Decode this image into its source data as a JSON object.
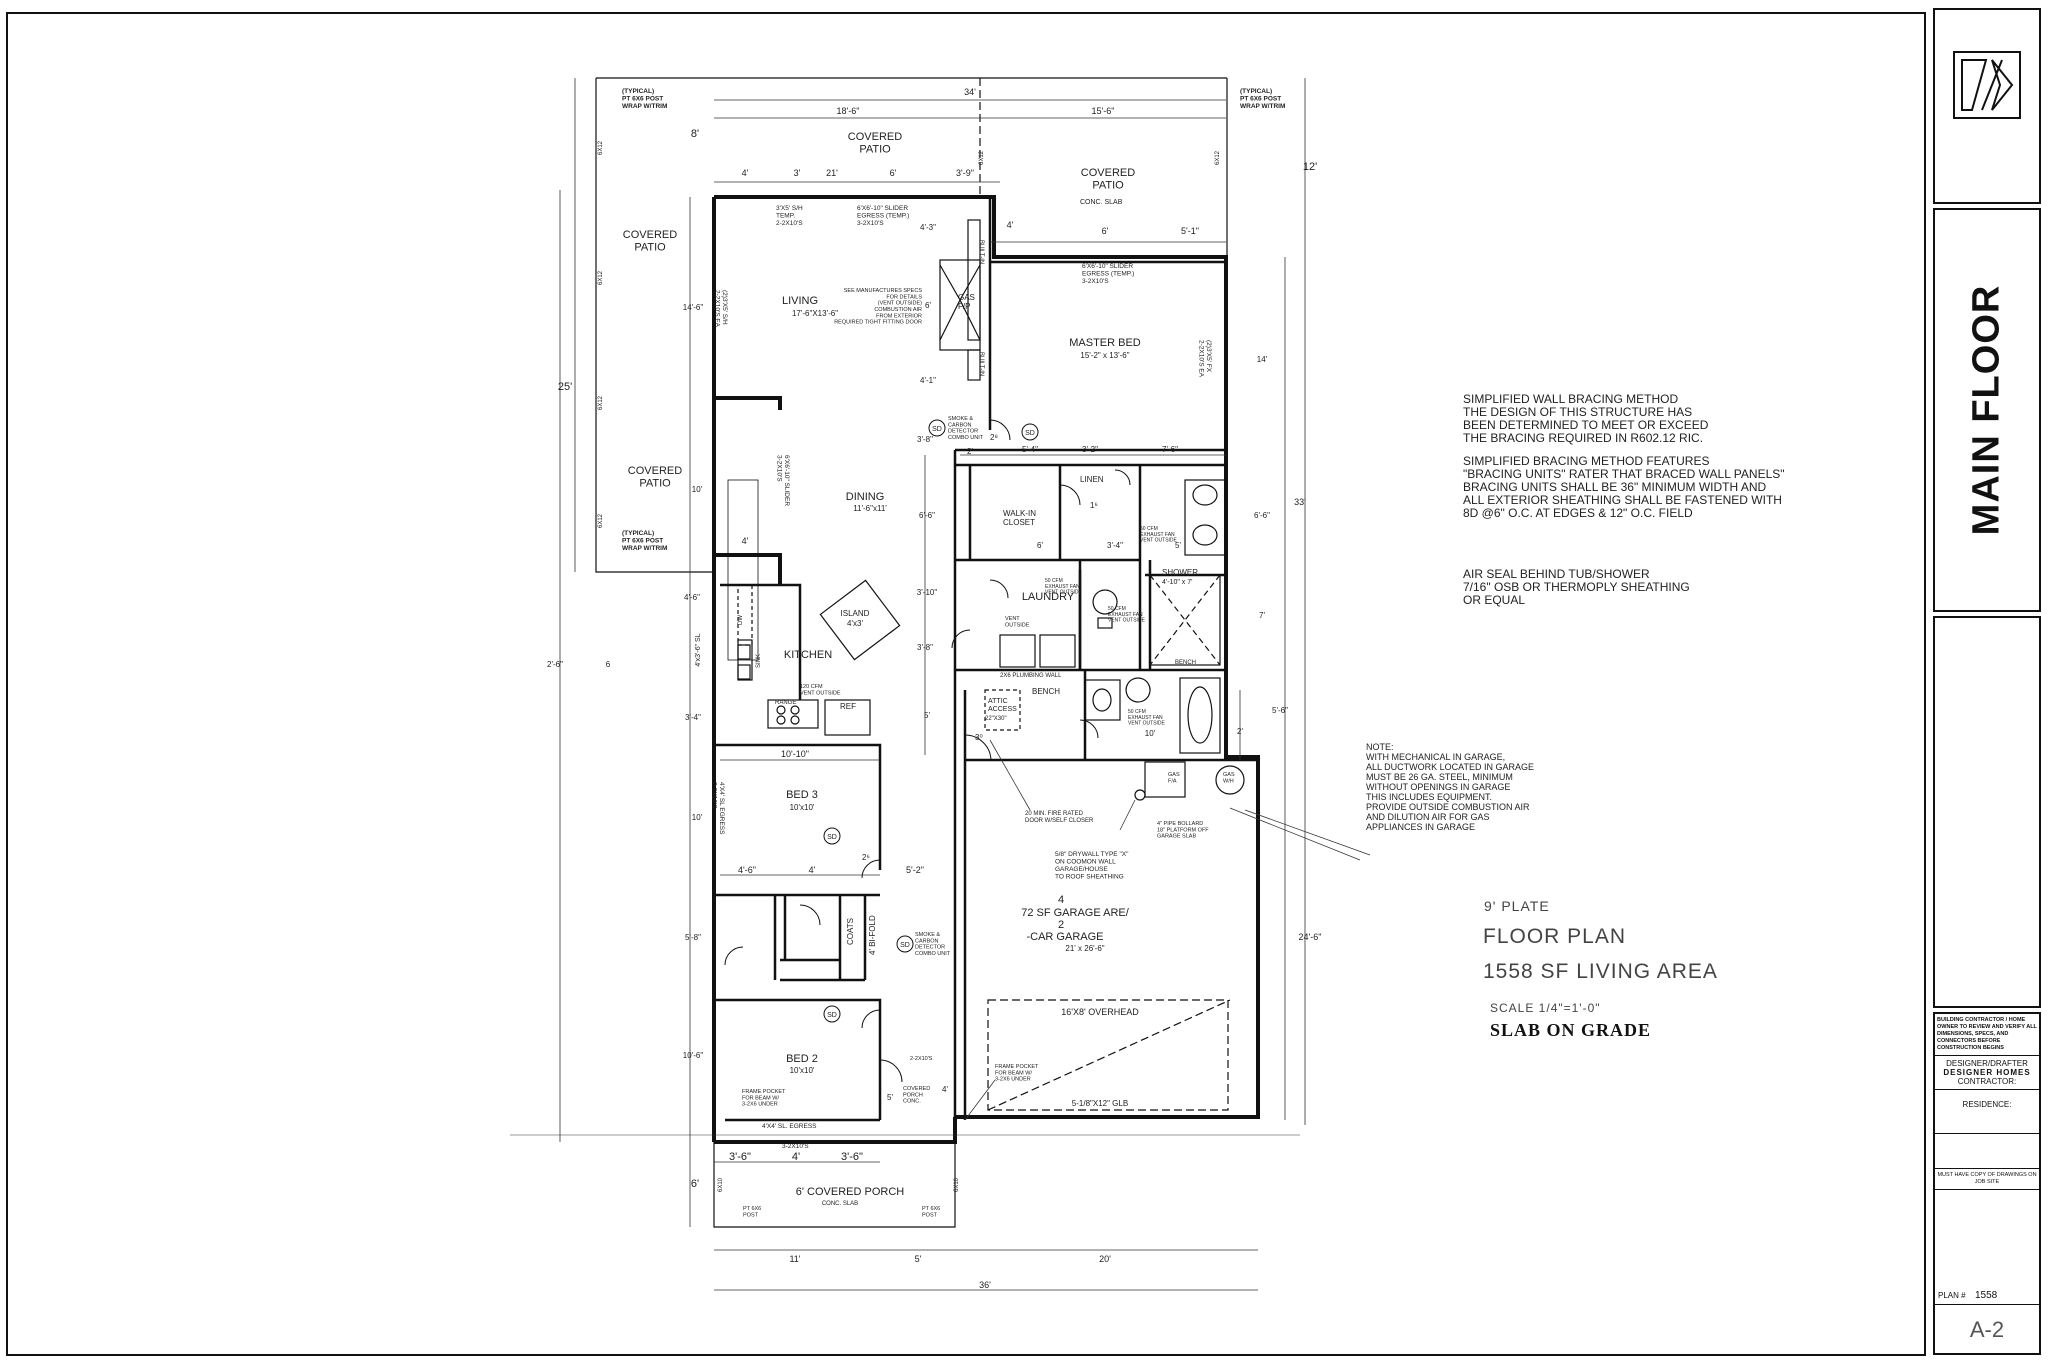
{
  "rooms": {
    "covered_patio_top": "COVERED\nPATIO",
    "covered_patio_right": "COVERED\nPATIO",
    "covered_patio_right_sub": "CONC. SLAB",
    "covered_patio_left_upper": "COVERED\nPATIO",
    "covered_patio_left_lower": "COVERED\nPATIO",
    "living": "LIVING",
    "living_size": "17'-6\"X13'-6\"",
    "master_bed": "MASTER BED",
    "master_bed_size": "15'-2\" x 13'-6\"",
    "dining": "DINING",
    "dining_size": "11'-6\"x11'",
    "kitchen": "KITCHEN",
    "island": "ISLAND",
    "island_size": "4'x3'",
    "walk_in_closet": "WALK-IN\nCLOSET",
    "linen": "LINEN",
    "laundry": "LAUNDRY",
    "shower": "SHOWER",
    "shower_size": "4'-10\" x 7'",
    "bench": "BENCH",
    "bed3": "BED 3",
    "bed3_size": "10'x10'",
    "bed2": "BED 2",
    "bed2_size": "10'x10'",
    "coats": "COATS",
    "bifold": "4' BI-FOLD",
    "attic_access": "ATTIC\nACCESS",
    "attic_size": "22\"X30\"",
    "garage_line1": "4",
    "garage_line2": "72 SF GARAGE ARE/",
    "garage_line3": "2",
    "garage_line4": "-CAR GARAGE",
    "garage_size": "21' x 26'-6\"",
    "overhead": "16'X8' OVERHEAD",
    "glb": "5-1/8\"X12\" GLB",
    "covered_porch": "6' COVERED PORCH",
    "covered_porch_sub": "CONC. SLAB",
    "gas_fp": "GAS\nF/P",
    "sink": "SINK",
    "range": "RANGE",
    "ref": "REF",
    "dw": "DW",
    "built_in_1": "BUILT-IN",
    "built_in_2": "BUILT-IN",
    "plumbing_wall": "2X6 PLUMBING WALL",
    "sd": "SD"
  },
  "dims": {
    "overall_top": "34'",
    "top_left": "18'-6\"",
    "top_right": "15'-6\"",
    "left_8": "8'",
    "right_12": "12'",
    "left_25": "25'",
    "right_33": "33'",
    "right_24_6": "24'-6\"",
    "left_2_6": "2'-6\"",
    "left_6": "6",
    "d4": "4'",
    "d3": "3'",
    "d21": "21'",
    "d6": "6'",
    "d3_9": "3'-9\"",
    "d14_6": "14'-6\"",
    "d10": "10'",
    "d4_6": "4'-6\"",
    "d4x5": "4'x3'-6\" SL",
    "d3_4": "3'-4\"",
    "d10_10": "10'-10\"",
    "d4_6b": "4'-6\"",
    "d5_2": "5'-2\"",
    "d5_8": "5'-8\"",
    "d10_6": "10'-6\"",
    "porch_3_6a": "3'-6\"",
    "porch_4": "4'",
    "porch_3_6b": "3'-6\"",
    "d6_porch": "6'",
    "bottom_11": "11'",
    "bottom_5": "5'",
    "bottom_20": "20'",
    "bottom_36": "36'",
    "d14": "14'",
    "d6_6": "6'-6\"",
    "d7": "7'",
    "d5_6": "5'-6\"",
    "d2": "2'",
    "d6_mb": "6'",
    "d5_1": "5'-1\"",
    "d4_3": "4'-3\"",
    "d4_1": "4'-1\"",
    "d3_8": "3'-8\"",
    "d5_4": "5'-4\"",
    "d3_2": "3'-2\"",
    "d7_6": "7'-6\"",
    "d6_6b": "6'-6\"",
    "d3_10": "3'-10\"",
    "d3_8b": "3'-8\"",
    "d5": "5'",
    "d10_10b": "10'"
  },
  "labels": {
    "typical_post_1": "(TYPICAL)\nPT 6X6 POST\nWRAP W/TRIM",
    "typical_post_2": "(TYPICAL)\nPT 6X6 POST\nWRAP W/TRIM",
    "typical_post_3": "(TYPICAL)\nPT 6X6 POST\nWRAP W/TRIM",
    "window_sh": "3'X5' S/H\nTEMP.\n2-2X10'S",
    "slider_top": "6'X6'-10\" SLIDER\nEGRESS (TEMP.)\n3-2X10'S",
    "slider_mb": "6'X6'-10\" SLIDER\nEGRESS (TEMP.)\n3-2X10'S",
    "slider_dining": "6'X6'-10\" SLIDER\n3-2X10'S",
    "window_living": "(2)3'X5' S/H\n2-2X10'S EA.",
    "window_mb": "(2)3'X5' FX\n2-2X10'S EA",
    "fp_note": "SEE MANUFACTURES SPECS\nFOR DETAILS\n(VENT OUTSIDE)\nCOMBUSTION AIR\nFROM EXTERIOR\nREQUIRED TIGHT FITTING DOOR",
    "smoke_1": "SMOKE &\nCARBON\nDETECTOR\nCOMBO UNIT",
    "smoke_2": "SMOKE &\nCARBON\nDETECTOR\nCOMBO UNIT",
    "cfm_vent": "120 CFM\nVENT OUTSIDE",
    "exhaust_1": "50 CFM\nEXHAUST FAN\nVENT OUTSIDE",
    "exhaust_2": "50 CFM\nEXHAUST FAN\nVENT OUTSIDE",
    "exhaust_3": "50 CFM\nEXHAUST FAN\nVENT OUTSIDE",
    "exhaust_4": "50 CFM\nEXHAUST FAN\nVENT OUTSIDE",
    "vent_outside": "VENT\nOUTSIDE",
    "bed3_window": "4'X4' SL EGRESS\n2-2X10'S",
    "bed2_window": "4'X4' SL. EGRESS",
    "bed2_header": "3-2X10'S",
    "frame_pocket_1": "FRAME POCKET\nFOR BEAM W/\n3-2X6 UNDER",
    "frame_pocket_2": "FRAME POCKET\nFOR BEAM W/\n3-2X6 UNDER",
    "fire_door": "20 MIN. FIRE RATED\nDOOR W/SELF CLOSER",
    "drywall": "5/8\" DRYWALL TYPE \"X\"\nON COOMON WALL\nGARAGE/HOUSE\nTO ROOF SHEATHING",
    "bollard": "4\" PIPE BOLLARD\n18\" PLATFORM OFF\nGARAGE SLAB",
    "gas_wh": "GAS\nW/H",
    "gas_fa": "GAS\nF/A",
    "covered_porch_conc": "COVERED\nPORCH\nCONC.",
    "pt_post_1": "PT 6X6\nPOST",
    "pt_post_2": "PT 6X6\nPOST",
    "post_6x10_1": "6X10",
    "post_6x10_2": "6X10",
    "beam_6x12_1": "6X12",
    "beam_6x12_2": "6X12",
    "beam_6x12_3": "6X12",
    "beam_6x12_4": "6X12",
    "beam_6x12_5": "6X12",
    "beam_6x12_6": "6X12",
    "header_2x10": "2-2X10'S",
    "door_28": "2⁸",
    "door_30": "3⁰",
    "door_26": "2⁶",
    "door_16": "1⁶"
  },
  "notes": {
    "bracing_1": "SIMPLIFIED WALL BRACING METHOD\nTHE DESIGN OF THIS STRUCTURE HAS\nBEEN DETERMINED TO MEET OR EXCEED\nTHE BRACING REQUIRED IN R602.12 RIC.",
    "bracing_2": "SIMPLIFIED BRACING METHOD FEATURES\n\"BRACING UNITS\" RATER THAT BRACED WALL PANELS\"\nBRACING UNITS SHALL BE 36\" MINIMUM WIDTH AND\nALL EXTERIOR SHEATHING SHALL BE FASTENED WITH\n8d @6\" O.C. AT EDGES & 12\" O.C. FIELD",
    "air_seal": "AIR SEAL BEHIND TUB/SHOWER\n7/16\" OSB OR THERMOPLY SHEATHING\nOR EQUAL",
    "mechanical": "NOTE:\nWITH MECHANICAL IN GARAGE,\nALL DUCTWORK LOCATED IN GARAGE\nMUST BE 26 ga. STEEL, MINIMUM\nWITHOUT OPENINGS IN GARAGE\nTHIS INCLUDES EQUIPMENT.\nPROVIDE OUTSIDE COMBUSTION AIR\nAND DILUTION AIR FOR GAS\nAPPLIANCES IN GARAGE"
  },
  "plan_info": {
    "plate": "9' PLATE",
    "floor_plan": "FLOOR PLAN",
    "living_area": "1558 SF LIVING AREA",
    "scale": "SCALE  1/4\"=1'-0\"",
    "slab": "SLAB ON GRADE"
  },
  "title_block": {
    "sheet_title": "MAIN FLOOR",
    "disclaimer": "BUILDING CONTRACTOR / HOME OWNER TO REVIEW AND VERIFY ALL DIMENSIONS, SPECS, AND CONNECTORS BEFORE CONSTRUCTION BEGINS",
    "designer_label": "DESIGNER/DRAFTER",
    "designer_logo": "DESIGNER HOMES",
    "contractor_label": "CONTRACTOR:",
    "residence_label": "RESIDENCE:",
    "copy_note": "MUST HAVE COPY OF DRAWINGS ON JOB SITE",
    "plan_label": "PLAN #",
    "plan_number": "1558",
    "sheet_number": "A-2"
  },
  "colors": {
    "ink": "#111111",
    "dim": "#333333",
    "paper": "#ffffff"
  }
}
